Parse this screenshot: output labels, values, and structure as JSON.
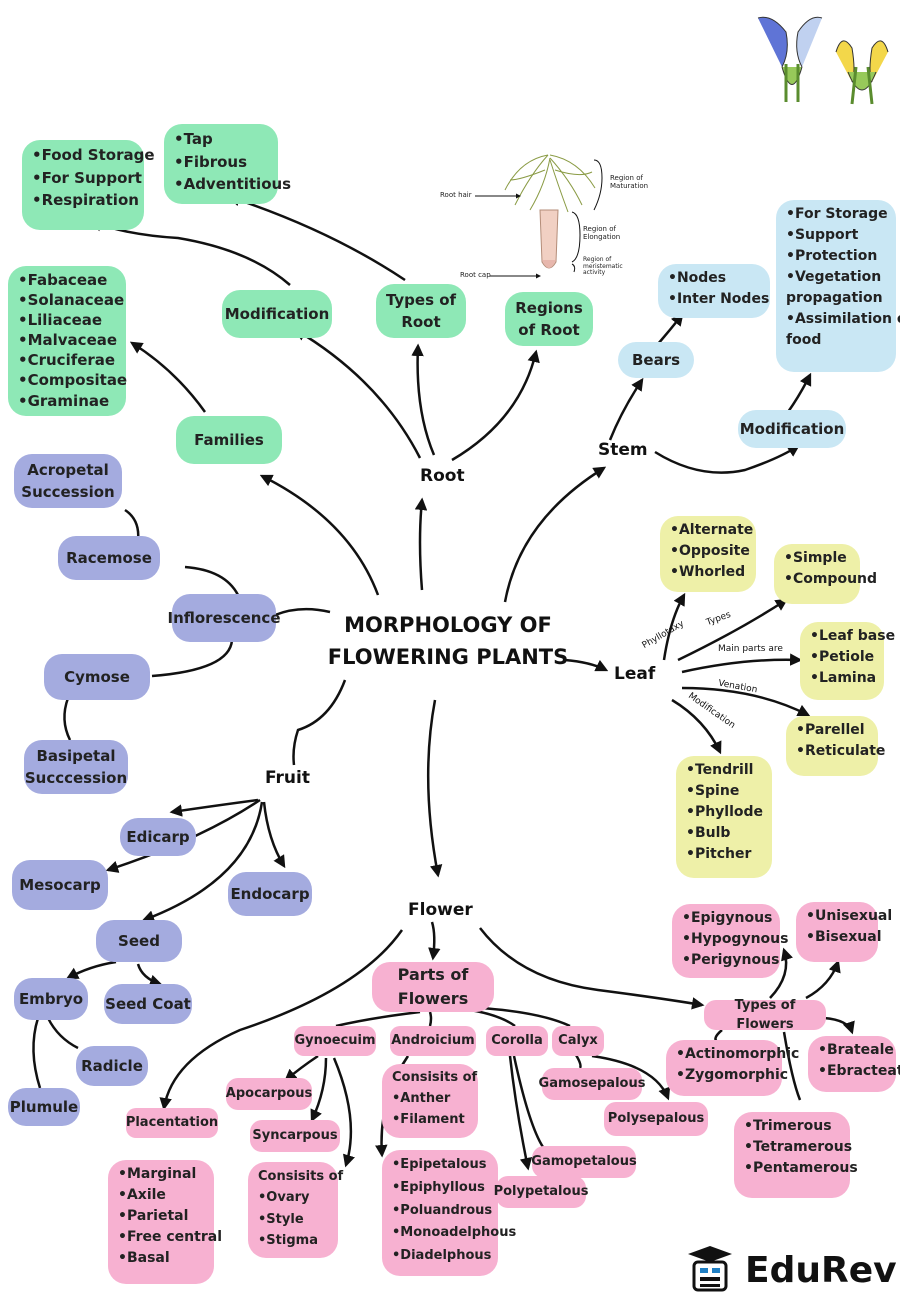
{
  "title": {
    "line1": "MORPHOLOGY OF",
    "line2": "FLOWERING PLANTS"
  },
  "brand": {
    "name": "EduRev"
  },
  "root": {
    "label": "Root",
    "modification": {
      "label": "Modification",
      "items": [
        "•Food Storage",
        "•For Support",
        "•Respiration"
      ]
    },
    "types": {
      "label": "Types of Root",
      "items": [
        "•Tap",
        "•Fibrous",
        "•Adventitious"
      ]
    },
    "regions": {
      "label": "Regions of Root"
    },
    "families": {
      "label": "Families",
      "items": [
        "•Fabaceae",
        "•Solanaceae",
        "•Liliaceae",
        "•Malvaceae",
        "•Cruciferae",
        "•Compositae",
        "•Graminae"
      ]
    },
    "diagram": {
      "root_hair": "Root hair",
      "root_cap": "Root cap",
      "maturation": "Region of Maturation",
      "elongation": "Region of Elongation",
      "meristematic": "Region of meristematic activity"
    }
  },
  "stem": {
    "label": "Stem",
    "bears": {
      "label": "Bears",
      "items": [
        "•Nodes",
        "•Inter Nodes"
      ]
    },
    "modification": {
      "label": "Modification",
      "items": [
        "•For Storage",
        "•Support",
        "•Protection",
        "•Vegetation",
        "propagation",
        "•Assimilation of",
        "food"
      ]
    }
  },
  "leaf": {
    "label": "Leaf",
    "edges": {
      "phyllotaxy": "Phyllotaxy",
      "types": "Types",
      "main_parts": "Main parts are",
      "venation": "Venation",
      "modification": "Modification"
    },
    "phyllotaxy": [
      "•Alternate",
      "•Opposite",
      "•Whorled"
    ],
    "types": [
      "•Simple",
      "•Compound"
    ],
    "main_parts": [
      "•Leaf base",
      "•Petiole",
      "•Lamina"
    ],
    "venation": [
      "•Parellel",
      "•Reticulate"
    ],
    "modification": [
      "•Tendrill",
      "•Spine",
      "•Phyllode",
      "•Bulb",
      "•Pitcher"
    ]
  },
  "inflorescence": {
    "label": "Inflorescence",
    "racemose": "Racemose",
    "acropetal": "Acropetal Succession",
    "cymose": "Cymose",
    "basipetal": "Basipetal Succcession"
  },
  "fruit": {
    "label": "Fruit",
    "edicarp": "Edicarp",
    "mesocarp": "Mesocarp",
    "endocarp": "Endocarp",
    "seed": "Seed",
    "embryo": "Embryo",
    "seed_coat": "Seed Coat",
    "radicle": "Radicle",
    "plumule": "Plumule"
  },
  "flower": {
    "label": "Flower",
    "parts": {
      "label": "Parts of Flowers"
    },
    "gynoecium": {
      "label": "Gynoecuim",
      "apocarpous": "Apocarpous",
      "syncarpous": "Syncarpous",
      "consists": [
        "Consisits of",
        "•Ovary",
        "•Style",
        "•Stigma"
      ]
    },
    "androecium": {
      "label": "Androicium",
      "consists": [
        "Consisits of",
        "•Anther",
        "•Filament"
      ],
      "types": [
        "•Epipetalous",
        "•Epiphyllous",
        "•Poluandrous",
        "•Monoadelphous",
        "•Diadelphous"
      ]
    },
    "corolla": {
      "label": "Corolla",
      "gamopetalous": "Gamopetalous",
      "polypetalous": "Polypetalous"
    },
    "calyx": {
      "label": "Calyx",
      "gamosepalous": "Gamosepalous",
      "polysepalous": "Polysepalous"
    },
    "placentation": {
      "label": "Placentation",
      "items": [
        "•Marginal",
        "•Axile",
        "•Parietal",
        "•Free central",
        "•Basal"
      ]
    },
    "types": {
      "label": "Types of Flowers",
      "ovary": [
        "•Epigynous",
        "•Hypogynous",
        "•Perigynous"
      ],
      "sex": [
        "•Unisexual",
        "•Bisexual"
      ],
      "symmetry": [
        "•Actinomorphic",
        "•Zygomorphic"
      ],
      "bracts": [
        "•Brateale",
        "•Ebracteate"
      ],
      "merous": [
        "•Trimerous",
        "•Tetramerous",
        "•Pentamerous"
      ]
    }
  },
  "colors": {
    "green": "#8ee8b6",
    "blue": "#c9e7f4",
    "yellow": "#eef0a8",
    "pink": "#f7b1d1",
    "violet": "#a4abdf"
  }
}
